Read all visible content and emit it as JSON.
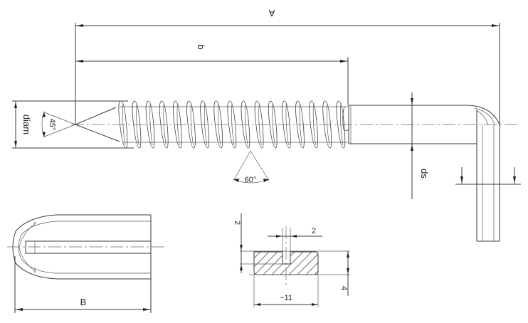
{
  "drawing": {
    "subject": "Hook screw (lag screw with L-shaped bent end)",
    "dimensions": {
      "overall_length": "A",
      "thread_length": "b",
      "diameter": "diam",
      "shank_diameter": "ds",
      "tip_angle": "45°",
      "thread_angle": "60°",
      "cap_length": "B"
    },
    "section": {
      "slot_depth": "2",
      "slot_width": "2",
      "thickness": "4",
      "width": "~11"
    },
    "colors": {
      "line": "#3a3a3a",
      "background": "#ffffff"
    }
  }
}
